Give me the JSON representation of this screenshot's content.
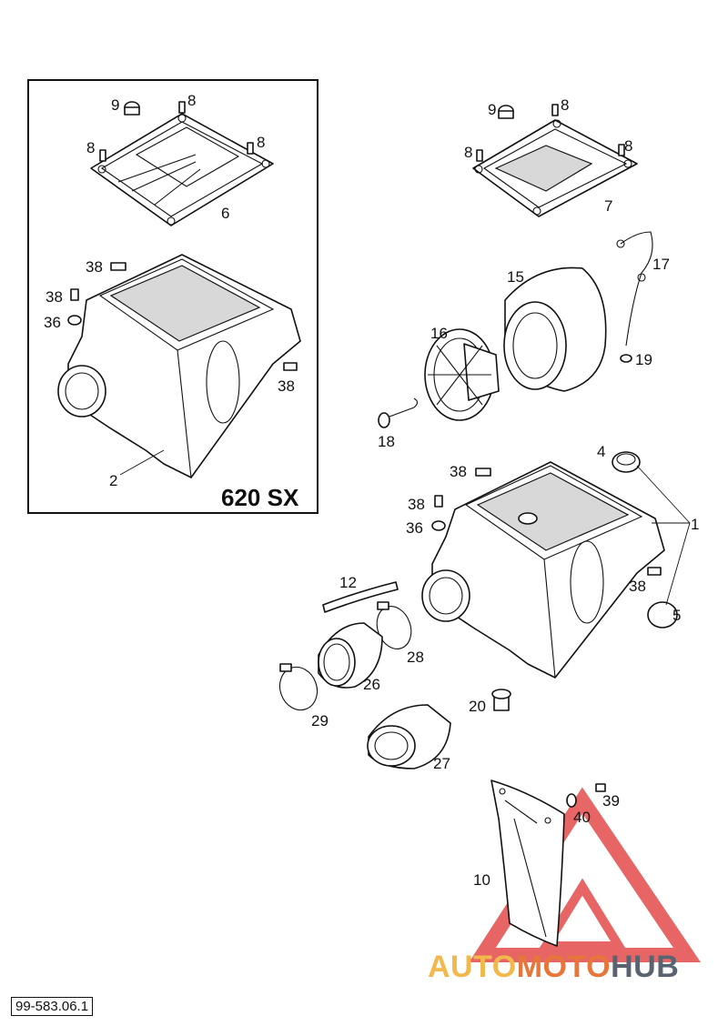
{
  "diagram": {
    "inset_model_label": "620 SX",
    "document_id": "99-583.06.1",
    "watermark": {
      "part1": "AUTO",
      "part2": "MOTO",
      "part3": "HUB",
      "colors": {
        "red": "#e34b4b",
        "orange": "#e6763a",
        "yellow": "#f2b84b",
        "grey": "#5a6470"
      }
    },
    "callouts": {
      "inset_9": "9",
      "inset_8a": "8",
      "inset_8b": "8",
      "inset_8c": "8",
      "inset_6": "6",
      "inset_38a": "38",
      "inset_38b": "38",
      "inset_36": "36",
      "inset_38c": "38",
      "inset_2": "2",
      "main_9": "9",
      "main_8a": "8",
      "main_8b": "8",
      "main_8c": "8",
      "main_7": "7",
      "main_17": "17",
      "main_15": "15",
      "main_16": "16",
      "main_19": "19",
      "main_18": "18",
      "main_4": "4",
      "main_38a": "38",
      "main_38b": "38",
      "main_36": "36",
      "main_1": "1",
      "main_38c": "38",
      "main_5": "5",
      "main_12": "12",
      "main_28": "28",
      "main_26": "26",
      "main_29": "29",
      "main_20": "20",
      "main_27": "27",
      "main_39": "39",
      "main_40": "40",
      "main_10": "10"
    }
  }
}
